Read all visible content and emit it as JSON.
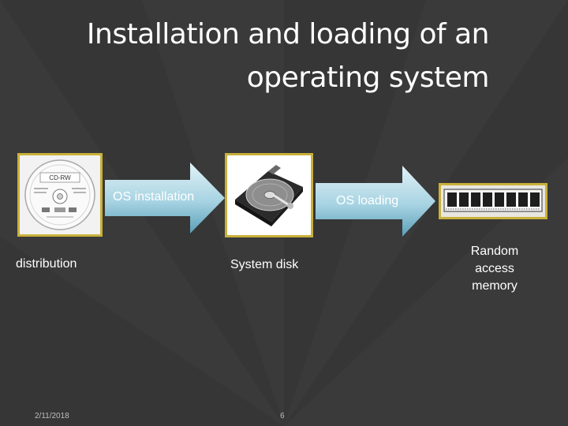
{
  "title": {
    "line1": "Installation and loading of an",
    "line2": "operating system"
  },
  "nodes": {
    "cd": {
      "label": "distribution",
      "disc_text": "CD-RW",
      "icon": "cd-disc-icon"
    },
    "disk": {
      "label": "System disk",
      "icon": "hard-disk-icon"
    },
    "ram": {
      "label_lines": [
        "Random",
        "access",
        "memory"
      ],
      "icon": "ram-module-icon"
    }
  },
  "arrows": {
    "install": "OS installation",
    "load": "OS loading"
  },
  "footer": {
    "date": "2/11/2018",
    "page": "6"
  },
  "colors": {
    "background": "#3a3a3a",
    "frame_border": "#c9b13a",
    "arrow_light": "#d8edf3",
    "arrow_dark": "#5ea6bf"
  }
}
